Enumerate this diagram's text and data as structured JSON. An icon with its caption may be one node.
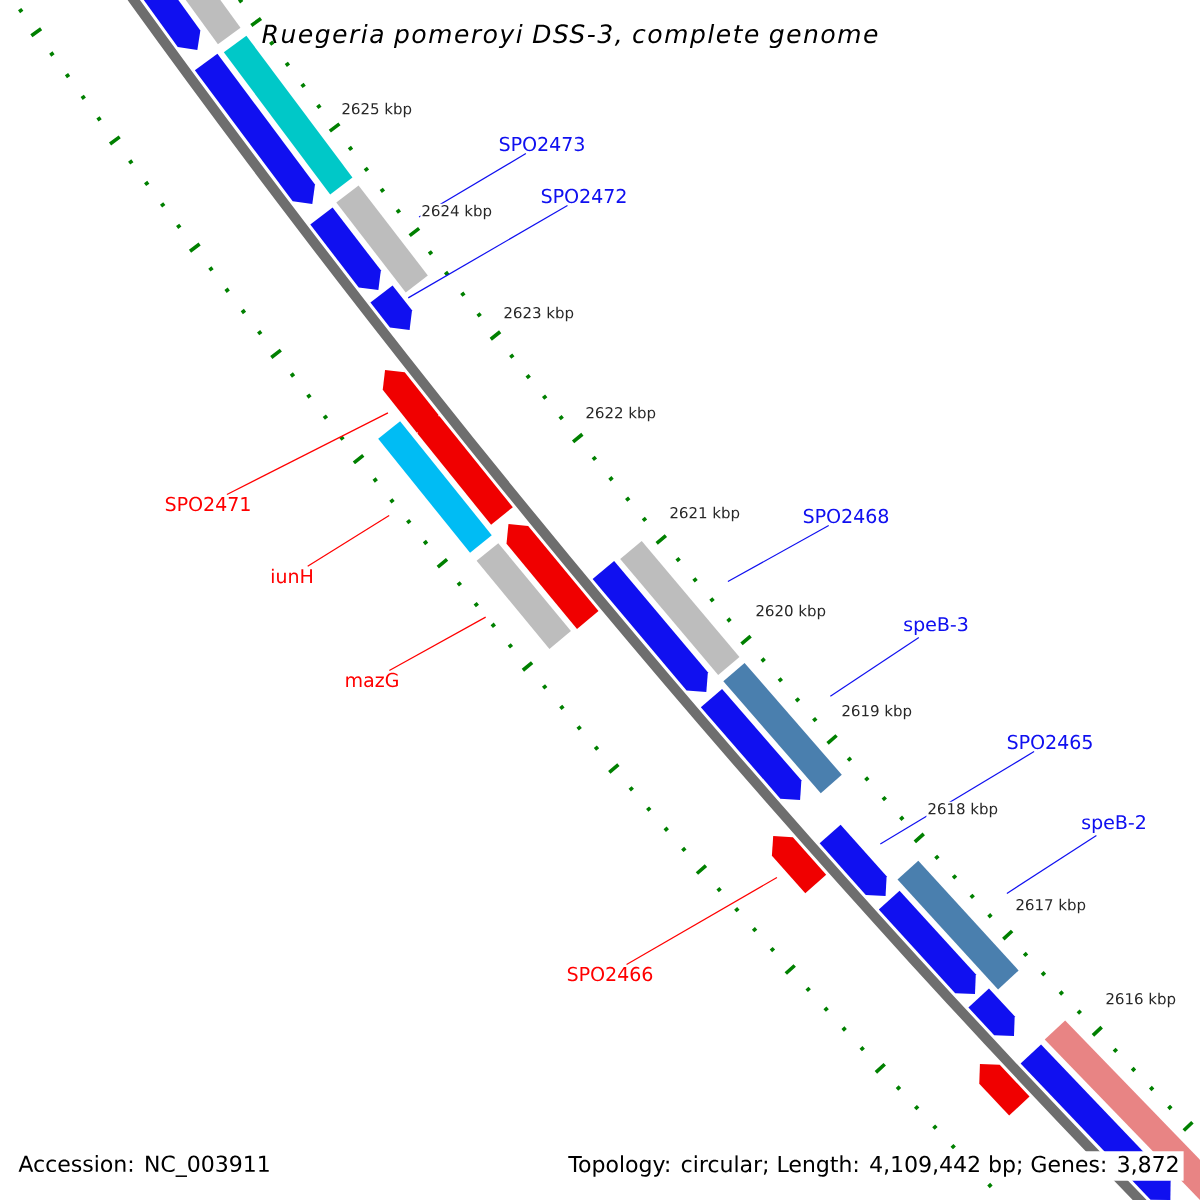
{
  "diagram": {
    "title": "Ruegeria pomeroyi DSS-3, complete genome",
    "nodes": [
      {
        "text": [
          "SPO2473"
        ]
      },
      {
        "text": [
          "SPO2472"
        ]
      },
      {
        "text": [
          "SPO2468"
        ]
      },
      {
        "text": [
          "speB-3"
        ]
      },
      {
        "text": [
          "SPO2465"
        ]
      },
      {
        "text": [
          "speB-2"
        ]
      },
      {
        "text": [
          "SPO2471"
        ]
      },
      {
        "text": [
          "iunH"
        ]
      },
      {
        "text": [
          "mazG"
        ]
      },
      {
        "text": [
          "SPO2466"
        ]
      },
      {
        "text": [],
        "shape": "box"
      },
      {
        "text": [],
        "shape": "arrow"
      },
      {
        "text": [],
        "shape": "box"
      },
      {
        "text": [],
        "shape": "box"
      },
      {
        "text": [],
        "shape": "arrow"
      },
      {
        "text": [],
        "shape": "box"
      },
      {
        "text": [],
        "shape": "arrow"
      },
      {
        "text": [],
        "shape": "box"
      },
      {
        "text": [],
        "shape": "box"
      },
      {
        "text": [],
        "shape": "arrow"
      },
      {
        "text": [],
        "shape": "arrow"
      },
      {
        "text": [],
        "shape": "arrow"
      },
      {
        "text": [],
        "shape": "arrow"
      },
      {
        "text": [],
        "shape": "arrow"
      },
      {
        "text": [],
        "shape": "arrow"
      },
      {
        "text": [],
        "shape": "arrow"
      },
      {
        "text": [],
        "shape": "arrow"
      },
      {
        "text": [],
        "shape": "arrow"
      },
      {
        "text": [],
        "shape": "box"
      },
      {
        "text": [],
        "shape": "box"
      },
      {
        "text": [],
        "shape": "box"
      },
      {
        "text": [],
        "shape": "arrow"
      },
      {
        "text": [],
        "shape": "arrow"
      },
      {
        "text": [],
        "shape": "arrow"
      }
    ],
    "edges": [
      {
        "from": 0,
        "to": 10,
        "arrow": "none"
      },
      {
        "from": 1,
        "to": 11,
        "arrow": "none"
      },
      {
        "from": 2,
        "to": 12,
        "arrow": "none"
      },
      {
        "from": 3,
        "to": 13,
        "arrow": "none"
      },
      {
        "from": 4,
        "to": 14,
        "arrow": "none"
      },
      {
        "from": 5,
        "to": 15,
        "arrow": "none"
      },
      {
        "from": 6,
        "to": 16,
        "arrow": "none",
        "color": "#ff0000"
      },
      {
        "from": 7,
        "to": 17,
        "arrow": "none",
        "color": "#ff0000"
      },
      {
        "from": 8,
        "to": 18,
        "arrow": "none",
        "color": "#ff0000"
      },
      {
        "from": 9,
        "to": 19,
        "arrow": "none",
        "color": "#ff0000"
      }
    ],
    "labels": [
      "2625 kbp",
      "2624 kbp",
      "2623 kbp",
      "2622 kbp",
      "2621 kbp",
      "2620 kbp",
      "2619 kbp",
      "2618 kbp",
      "2617 kbp",
      "2616 kbp",
      "Accession: NC_003911",
      "Topology: circular; Length: 4,109,442 bp; Genes: 3,872"
    ]
  }
}
